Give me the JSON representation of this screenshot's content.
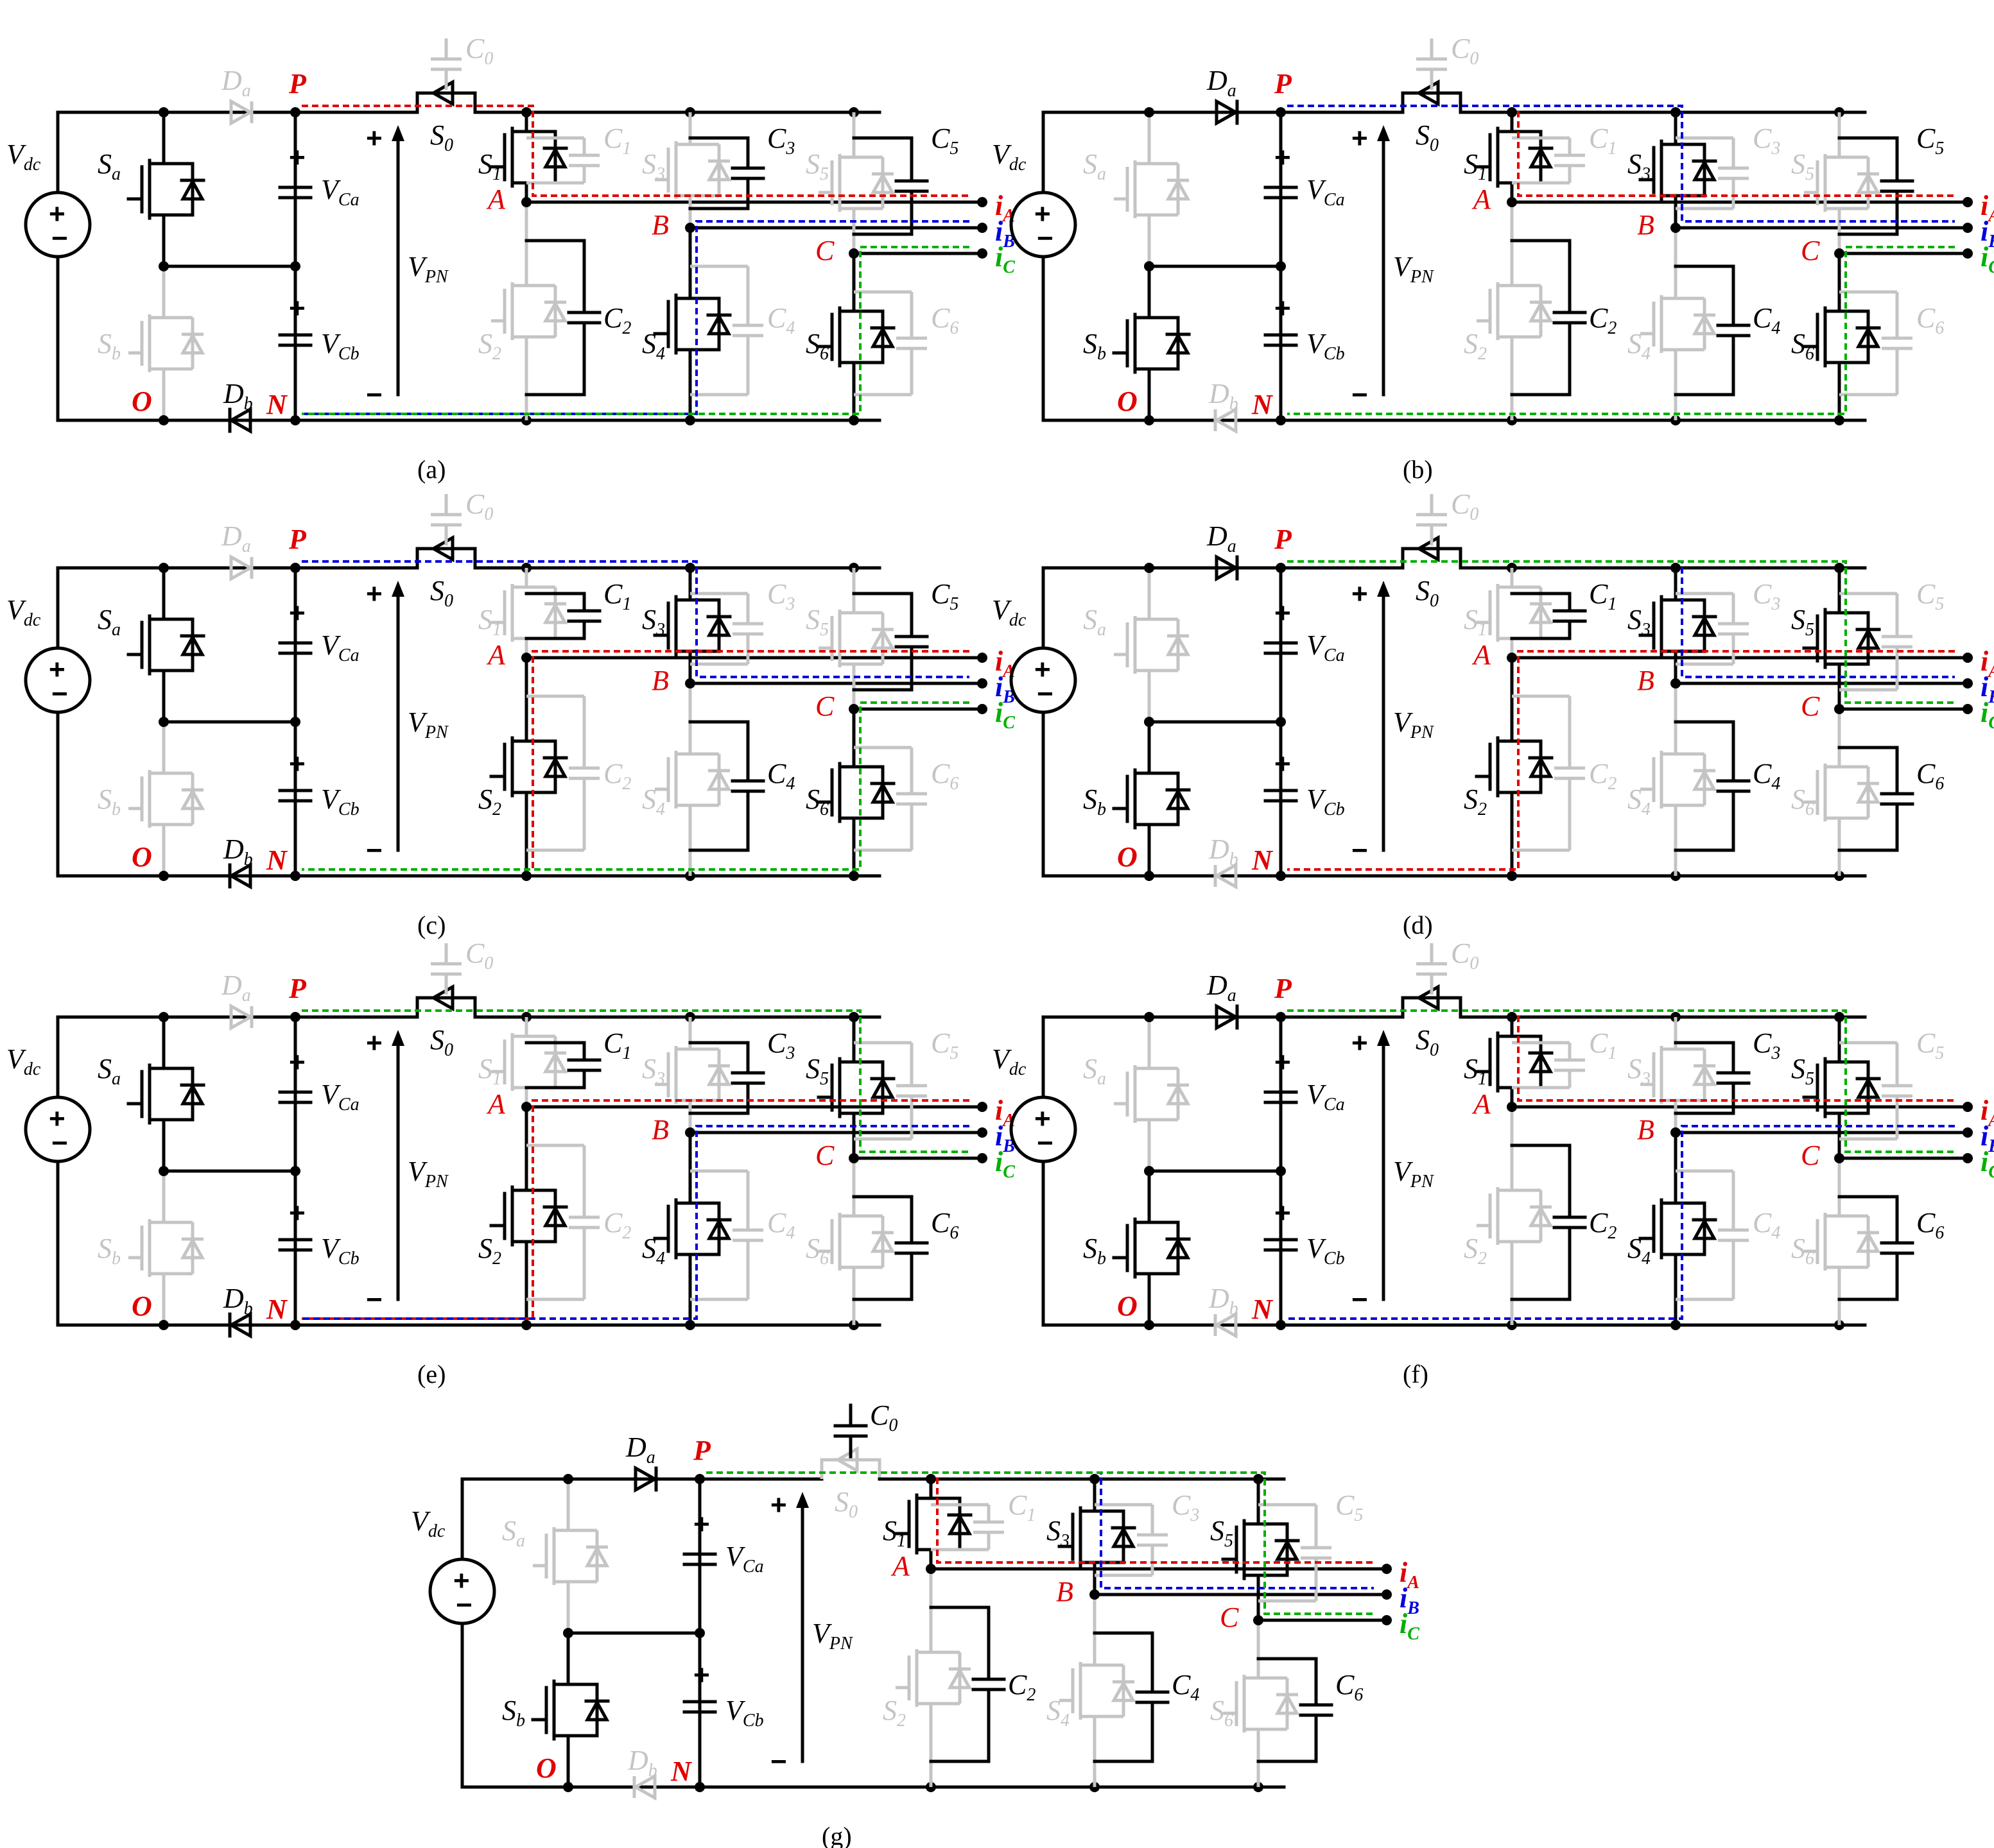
{
  "panels": [
    {
      "id": "a",
      "caption": "(a)",
      "top": [
        "S",
        "0",
        "S",
        "0",
        "S",
        "0"
      ],
      "active": {
        "Sa": true,
        "Sb": false,
        "Da": false,
        "Db": true,
        "S0": true,
        "C0": false
      },
      "upper_active": [
        true,
        false,
        false
      ],
      "lower_active": [
        false,
        true,
        true
      ]
    },
    {
      "id": "b",
      "caption": "(b)",
      "active": {
        "Sa": false,
        "Sb": true,
        "Da": true,
        "Db": false,
        "S0": true,
        "C0": false
      },
      "upper_active": [
        true,
        true,
        false
      ],
      "lower_active": [
        false,
        false,
        true
      ]
    },
    {
      "id": "c",
      "caption": "(c)",
      "active": {
        "Sa": true,
        "Sb": false,
        "Da": false,
        "Db": true,
        "S0": true,
        "C0": false
      },
      "upper_active": [
        false,
        true,
        false
      ],
      "lower_active": [
        true,
        false,
        true
      ]
    },
    {
      "id": "d",
      "caption": "(d)",
      "active": {
        "Sa": false,
        "Sb": true,
        "Da": true,
        "Db": false,
        "S0": true,
        "C0": false
      },
      "upper_active": [
        false,
        true,
        true
      ],
      "lower_active": [
        true,
        false,
        false
      ]
    },
    {
      "id": "e",
      "caption": "(e)",
      "active": {
        "Sa": true,
        "Sb": false,
        "Da": false,
        "Db": true,
        "S0": true,
        "C0": false
      },
      "upper_active": [
        false,
        false,
        true
      ],
      "lower_active": [
        true,
        true,
        false
      ]
    },
    {
      "id": "f",
      "caption": "(f)",
      "active": {
        "Sa": false,
        "Sb": true,
        "Da": true,
        "Db": false,
        "S0": true,
        "C0": false
      },
      "upper_active": [
        true,
        false,
        true
      ],
      "lower_active": [
        false,
        true,
        false
      ]
    },
    {
      "id": "g",
      "caption": "(g)",
      "active": {
        "Sa": false,
        "Sb": true,
        "Da": true,
        "Db": false,
        "S0": false,
        "C0": true
      },
      "upper_active": [
        true,
        true,
        true
      ],
      "lower_active": [
        false,
        false,
        false
      ]
    }
  ],
  "labels": {
    "vdc": "V",
    "vdc_sub": "dc",
    "vca": "V",
    "vca_sub": "Ca",
    "vcb": "V",
    "vcb_sub": "Cb",
    "vpn": "V",
    "vpn_sub": "PN",
    "sa": "S",
    "sa_sub": "a",
    "sb": "S",
    "sb_sub": "b",
    "da": "D",
    "da_sub": "a",
    "db": "D",
    "db_sub": "b",
    "s0": "S",
    "s0_sub": "0",
    "c0": "C",
    "c0_sub": "0",
    "node_p": "P",
    "node_n": "N",
    "node_o": "O",
    "node_a": "A",
    "node_b": "B",
    "node_c": "C",
    "ia": "i",
    "ia_sub": "A",
    "ib": "i",
    "ib_sub": "B",
    "ic": "i",
    "ic_sub": "C",
    "plus": "+",
    "minus": "−",
    "switches": [
      "1",
      "3",
      "5"
    ],
    "lower_switches": [
      "2",
      "4",
      "6"
    ],
    "caps_upper": [
      "1",
      "3",
      "5"
    ],
    "caps_lower": [
      "2",
      "4",
      "6"
    ]
  },
  "colors": {
    "phase_a": "#e00000",
    "phase_b": "#0000e0",
    "phase_c": "#00b000",
    "inactive": "#c4c4c4",
    "wire": "#000000"
  }
}
